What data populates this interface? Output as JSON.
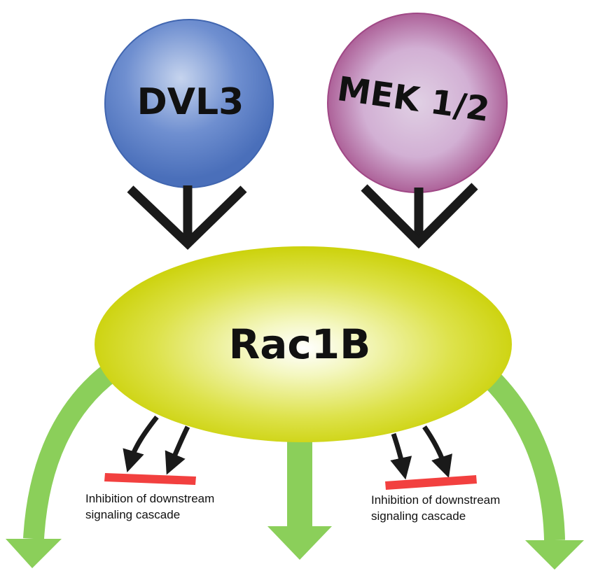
{
  "nodes": {
    "dvl3": {
      "label": "DVL3"
    },
    "mek": {
      "label": "MEK 1/2"
    },
    "rac1b": {
      "label": "Rac1B"
    }
  },
  "captions": {
    "left": {
      "line1": "Inhibition of downstream",
      "line2": "signaling cascade"
    },
    "right": {
      "line1": "Inhibition of downstream",
      "line2": "signaling cascade"
    }
  },
  "colors": {
    "dvl3": "#4a72bd",
    "mek": "#a8508f",
    "rac1b": "#cfd400",
    "activation_arrow": "#8bcf5a",
    "inhibition_bar": "#f2403f",
    "connector": "#1a1a1a"
  }
}
